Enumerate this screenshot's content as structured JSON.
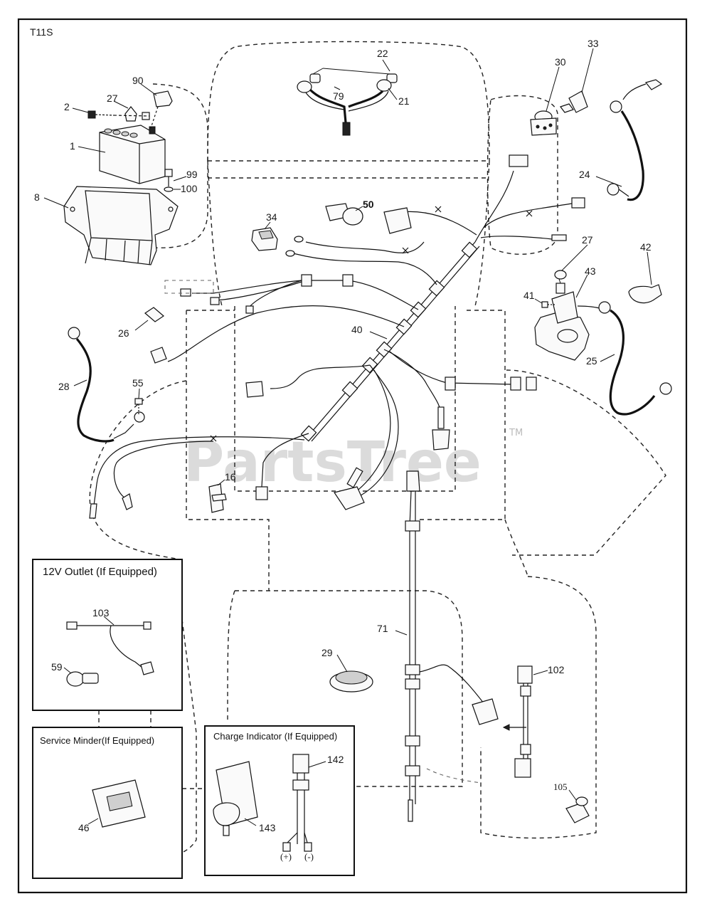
{
  "diagram": {
    "code": "T11S",
    "watermark": "PartsTree",
    "trademark": "TM",
    "callouts": {
      "c1": "1",
      "c2": "2",
      "c8": "8",
      "c90": "90",
      "c27a": "27",
      "c99": "99",
      "c100": "100",
      "c22": "22",
      "c79": "79",
      "c21": "21",
      "c50": "50",
      "c34": "34",
      "c30": "30",
      "c33": "33",
      "c24": "24",
      "c27b": "27",
      "c42": "42",
      "c43": "43",
      "c41": "41",
      "c26": "26",
      "c40": "40",
      "c28": "28",
      "c55": "55",
      "c25": "25",
      "c16": "16",
      "c71": "71",
      "c29": "29",
      "c102": "102",
      "c105": "105",
      "c103": "103",
      "c59": "59",
      "c46": "46",
      "c143": "143",
      "c142": "142"
    },
    "boxes": {
      "outlet_title": "12V Outlet (If Equipped)",
      "minder_title": "Service Minder(If Equipped)",
      "charge_title": "Charge Indicator (If Equipped)",
      "plus_label": "(+)",
      "minus_label": "(-)"
    }
  }
}
